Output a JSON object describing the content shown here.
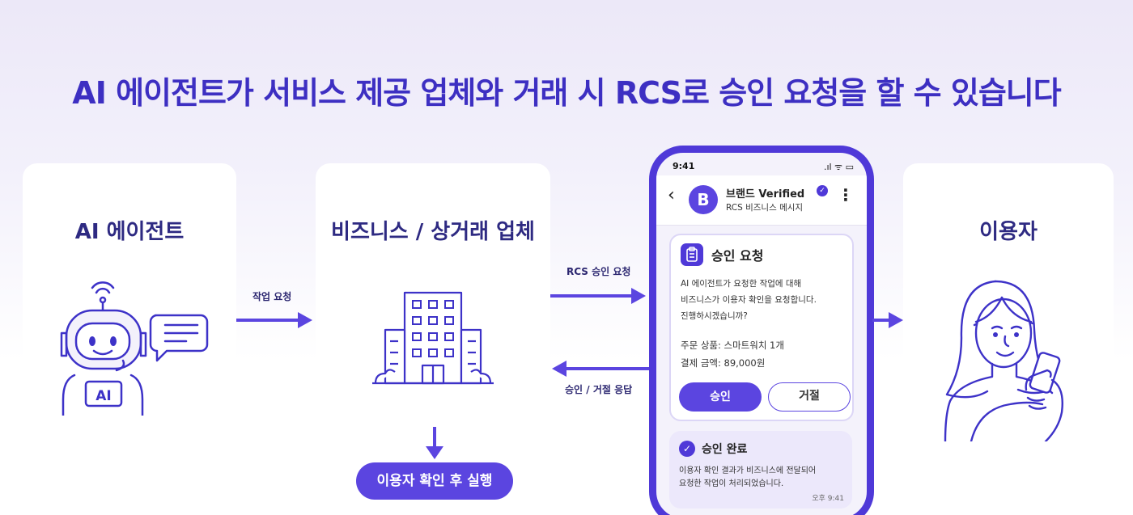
{
  "title": "AI 에이전트가 서비스 제공 업체와 거래 시 RCS로 승인 요청을 할 수 있습니다",
  "nodes": {
    "agent": "AI 에이전트",
    "business": "비즈니스 / 상거래 업체",
    "user": "이용자"
  },
  "robot_badge": "AI",
  "arrows": {
    "task_request": "작업 요청",
    "rcs_request": "RCS 승인 요청",
    "response": "승인 / 거절 응답"
  },
  "execute_pill": "이용자 확인 후 실행",
  "phone": {
    "time": "9:41",
    "status_icons": ".ıl ᯤ ▭",
    "avatar_letter": "B",
    "brand_name": "브랜드 Verified",
    "brand_sub": "RCS 비즈니스 메시지",
    "request_card": {
      "title": "승인 요청",
      "body_line1": "AI 에이전트가 요청한 작업에 대해",
      "body_line2": "비즈니스가 이용자 확인을 요청합니다.",
      "body_line3": "진행하시겠습니까?",
      "product": "주문 상품: 스마트워치 1개",
      "amount": "결제 금액: 89,000원",
      "approve": "승인",
      "reject": "거절"
    },
    "done_card": {
      "title": "승인 완료",
      "body_line1": "이용자 확인 결과가 비즈니스에 전달되어",
      "body_line2": "요청한 작업이 처리되었습니다.",
      "time": "오후 9:41"
    }
  },
  "colors": {
    "accent": "#5b45e0",
    "title": "#3d2fc2",
    "stroke": "#3d32c8"
  }
}
